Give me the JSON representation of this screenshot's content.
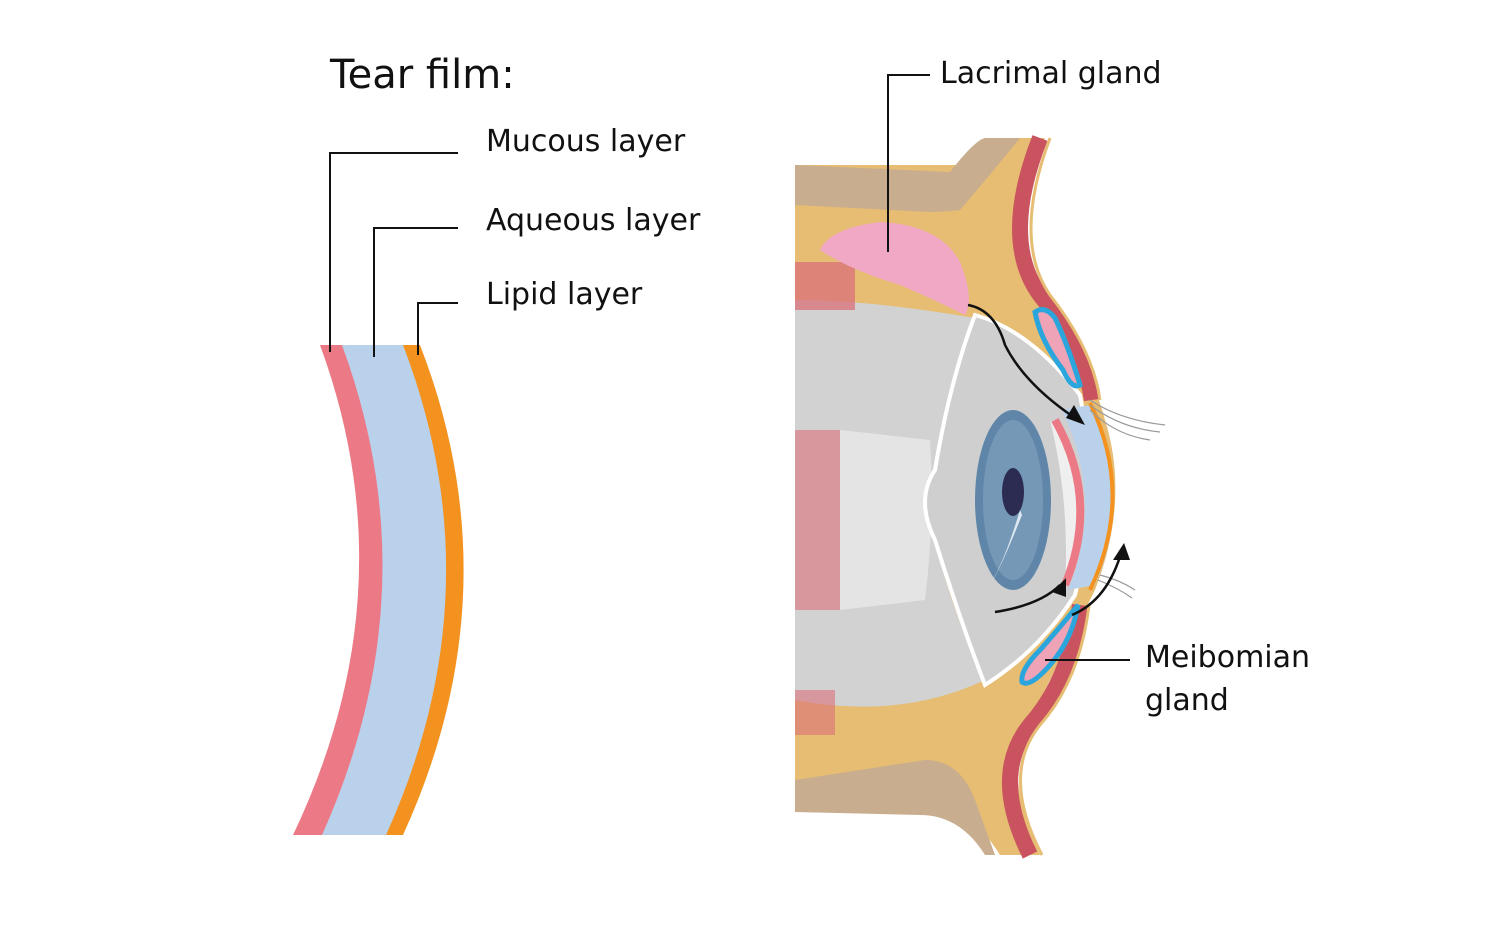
{
  "tear_film": {
    "title": "Tear film:",
    "layers": [
      {
        "name": "Mucous layer",
        "color": "#ec7a86"
      },
      {
        "name": "Aqueous layer",
        "color": "#bad1ec"
      },
      {
        "name": "Lipid layer",
        "color": "#f4921f"
      }
    ]
  },
  "eye_diagram": {
    "labels": {
      "lacrimal_gland": "Lacrimal gland",
      "meibomian_gland_line1": "Meibomian",
      "meibomian_gland_line2": "gland"
    },
    "colors": {
      "bone": "#c9ad8f",
      "fat": "#e6bd72",
      "muscle_skin": "#c9545f",
      "lacrimal": "#f0a8c4",
      "eyeball": "#d4d4d4",
      "iris": "#5f86a8",
      "pupil": "#2c2c52",
      "gland_blue": "#2aa6dc",
      "gland_pink": "#eea3b6",
      "tear": "#bad1ec",
      "lipid": "#f4921f",
      "mucous": "#ec7a86"
    }
  }
}
